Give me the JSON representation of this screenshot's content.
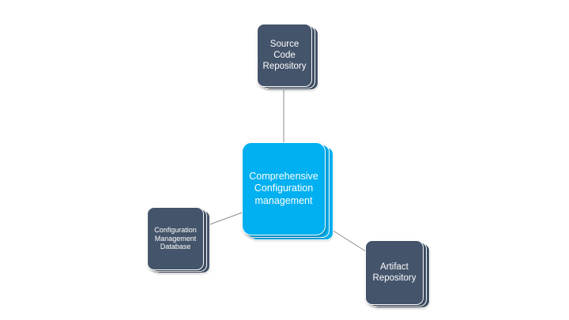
{
  "colors": {
    "dark_tile": "#44546a",
    "center_tile": "#00b0f0",
    "connector": "#8c8c8c"
  },
  "nodes": {
    "center": {
      "lines": [
        "Comprehensive",
        "Configuration",
        "management"
      ]
    },
    "source_code_repository": {
      "lines": [
        "Source",
        "Code",
        "Repository"
      ]
    },
    "configuration_management_database": {
      "lines": [
        "Configuration",
        "Management",
        "Database"
      ]
    },
    "artifact_repository": {
      "lines": [
        "Artifact",
        "Repository"
      ]
    }
  }
}
